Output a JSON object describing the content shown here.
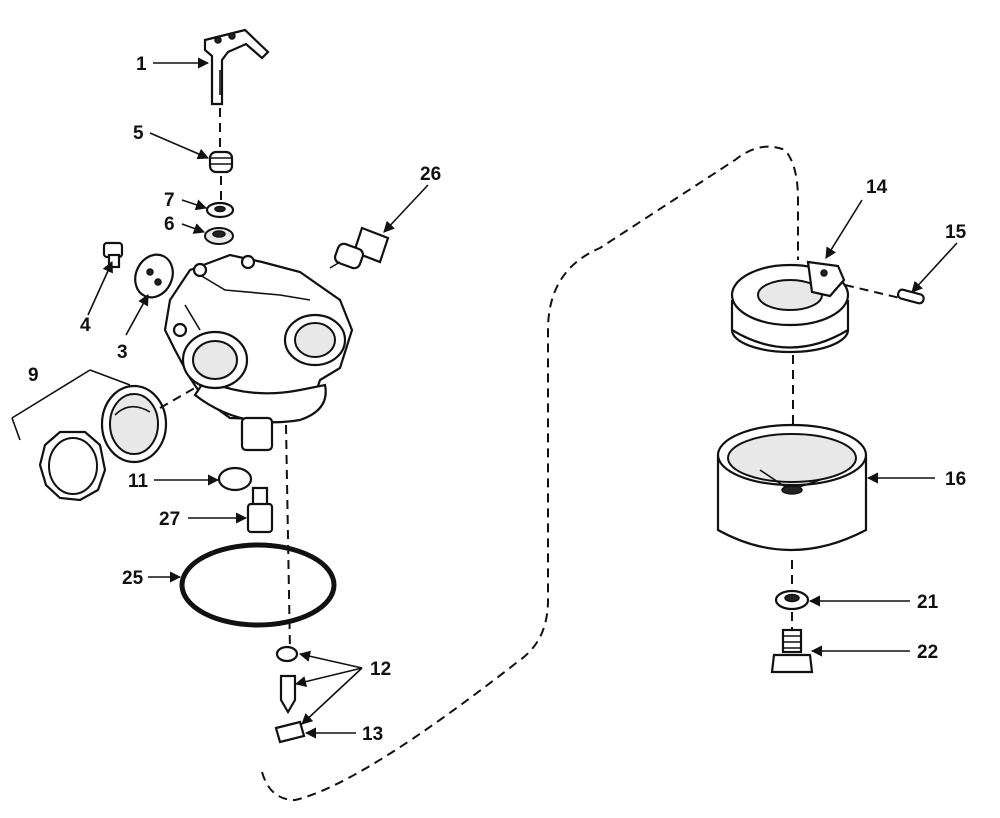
{
  "labels": {
    "l1": "1",
    "l3": "3",
    "l4": "4",
    "l5": "5",
    "l6": "6",
    "l7": "7",
    "l9": "9",
    "l11": "11",
    "l12": "12",
    "l13": "13",
    "l14": "14",
    "l15": "15",
    "l16": "16",
    "l21": "21",
    "l22": "22",
    "l25": "25",
    "l26": "26",
    "l27": "27"
  },
  "colors": {
    "ink": "#111111",
    "background": "#ffffff"
  }
}
